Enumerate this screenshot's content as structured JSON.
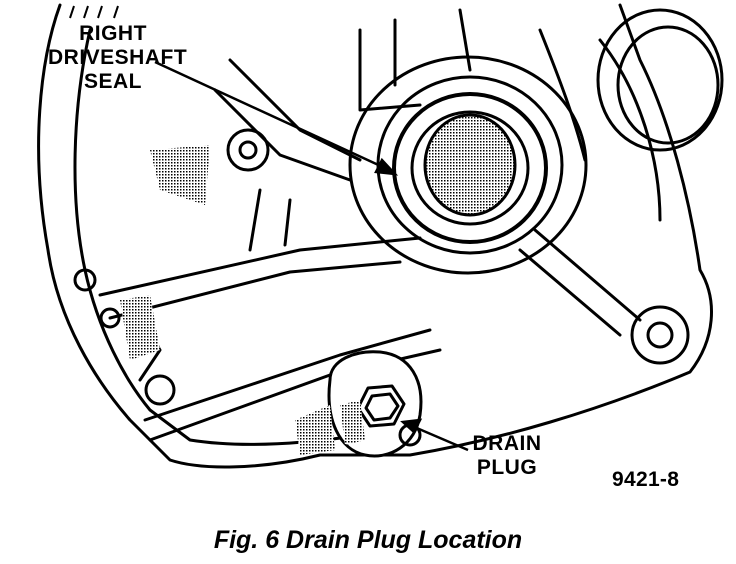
{
  "figure": {
    "callouts": {
      "seal": {
        "line1": "RIGHT",
        "line2": "DRIVESHAFT",
        "line3": "SEAL"
      },
      "drain": {
        "line1": "DRAIN",
        "line2": "PLUG"
      }
    },
    "figure_number": "9421-8"
  },
  "caption": "Fig. 6 Drain Plug Location",
  "colors": {
    "ink": "#000000",
    "paper": "#ffffff",
    "shade": "#9a9a9a"
  }
}
